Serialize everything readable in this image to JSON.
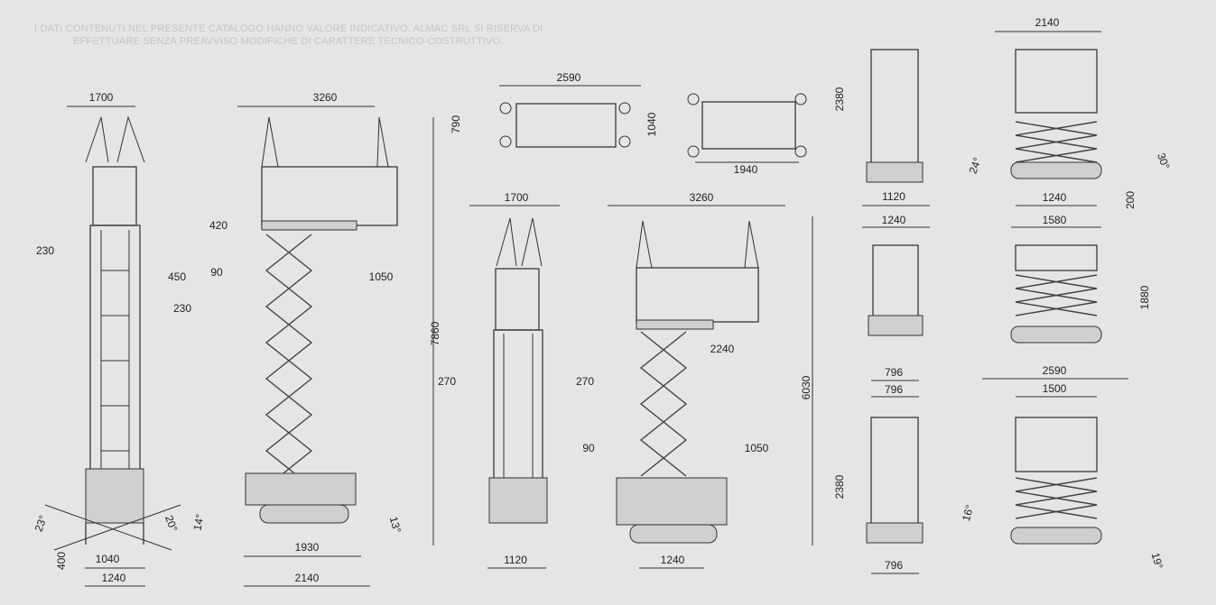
{
  "disclaimer": {
    "line1": "I DATI CONTENUTI NEL PRESENTE CATALOGO HANNO VALORE INDICATIVO. ALMAC SRL SI RISERVA DI",
    "line2": "EFFETTUARE SENZA PREAVVISO  MODIFICHE DI CARATTERE TECNICO-COSTRUTTIVO."
  },
  "labels": [
    "1700",
    "3260",
    "2590",
    "790",
    "1040",
    "1940",
    "2380",
    "2140",
    "24°",
    "30°",
    "1240",
    "200",
    "1120",
    "1240",
    "1580",
    "230",
    "450",
    "420",
    "90",
    "1050",
    "230",
    "1700",
    "3260",
    "7860",
    "6030",
    "2240",
    "270",
    "270",
    "1880",
    "796",
    "2590",
    "796",
    "1500",
    "2380",
    "90",
    "1050",
    "23°",
    "20°",
    "14°",
    "13°",
    "400",
    "1040",
    "1930",
    "1240",
    "2140",
    "1120",
    "1240",
    "16°",
    "796",
    "19°"
  ]
}
